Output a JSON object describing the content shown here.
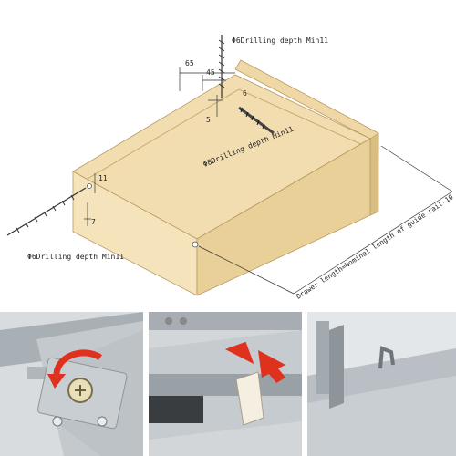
{
  "diagram": {
    "top_drill_label": "Φ6Drilling depth Min11",
    "side_drill_label": "Φ6Drilling depth Min11",
    "back_drill_label": "Φ8Drilling depth Min11",
    "length_formula": "Drawer length=Nominal length of guide rail-10",
    "dimensions": {
      "top_offset_a": "65",
      "top_offset_b": "45",
      "back_edge": "6",
      "back_height": "5",
      "front_height": "11",
      "front_inset": "7"
    }
  },
  "colors": {
    "wood_top": "#f2ddb0",
    "wood_side": "#e9cf98",
    "wood_front": "#f5e3bb",
    "arrow_red": "#e0301e",
    "steel": "#b9bfc4"
  },
  "photos": [
    "rail-screw-mount-detail",
    "rail-release-clip-detail",
    "rail-rear-hook-detail"
  ]
}
